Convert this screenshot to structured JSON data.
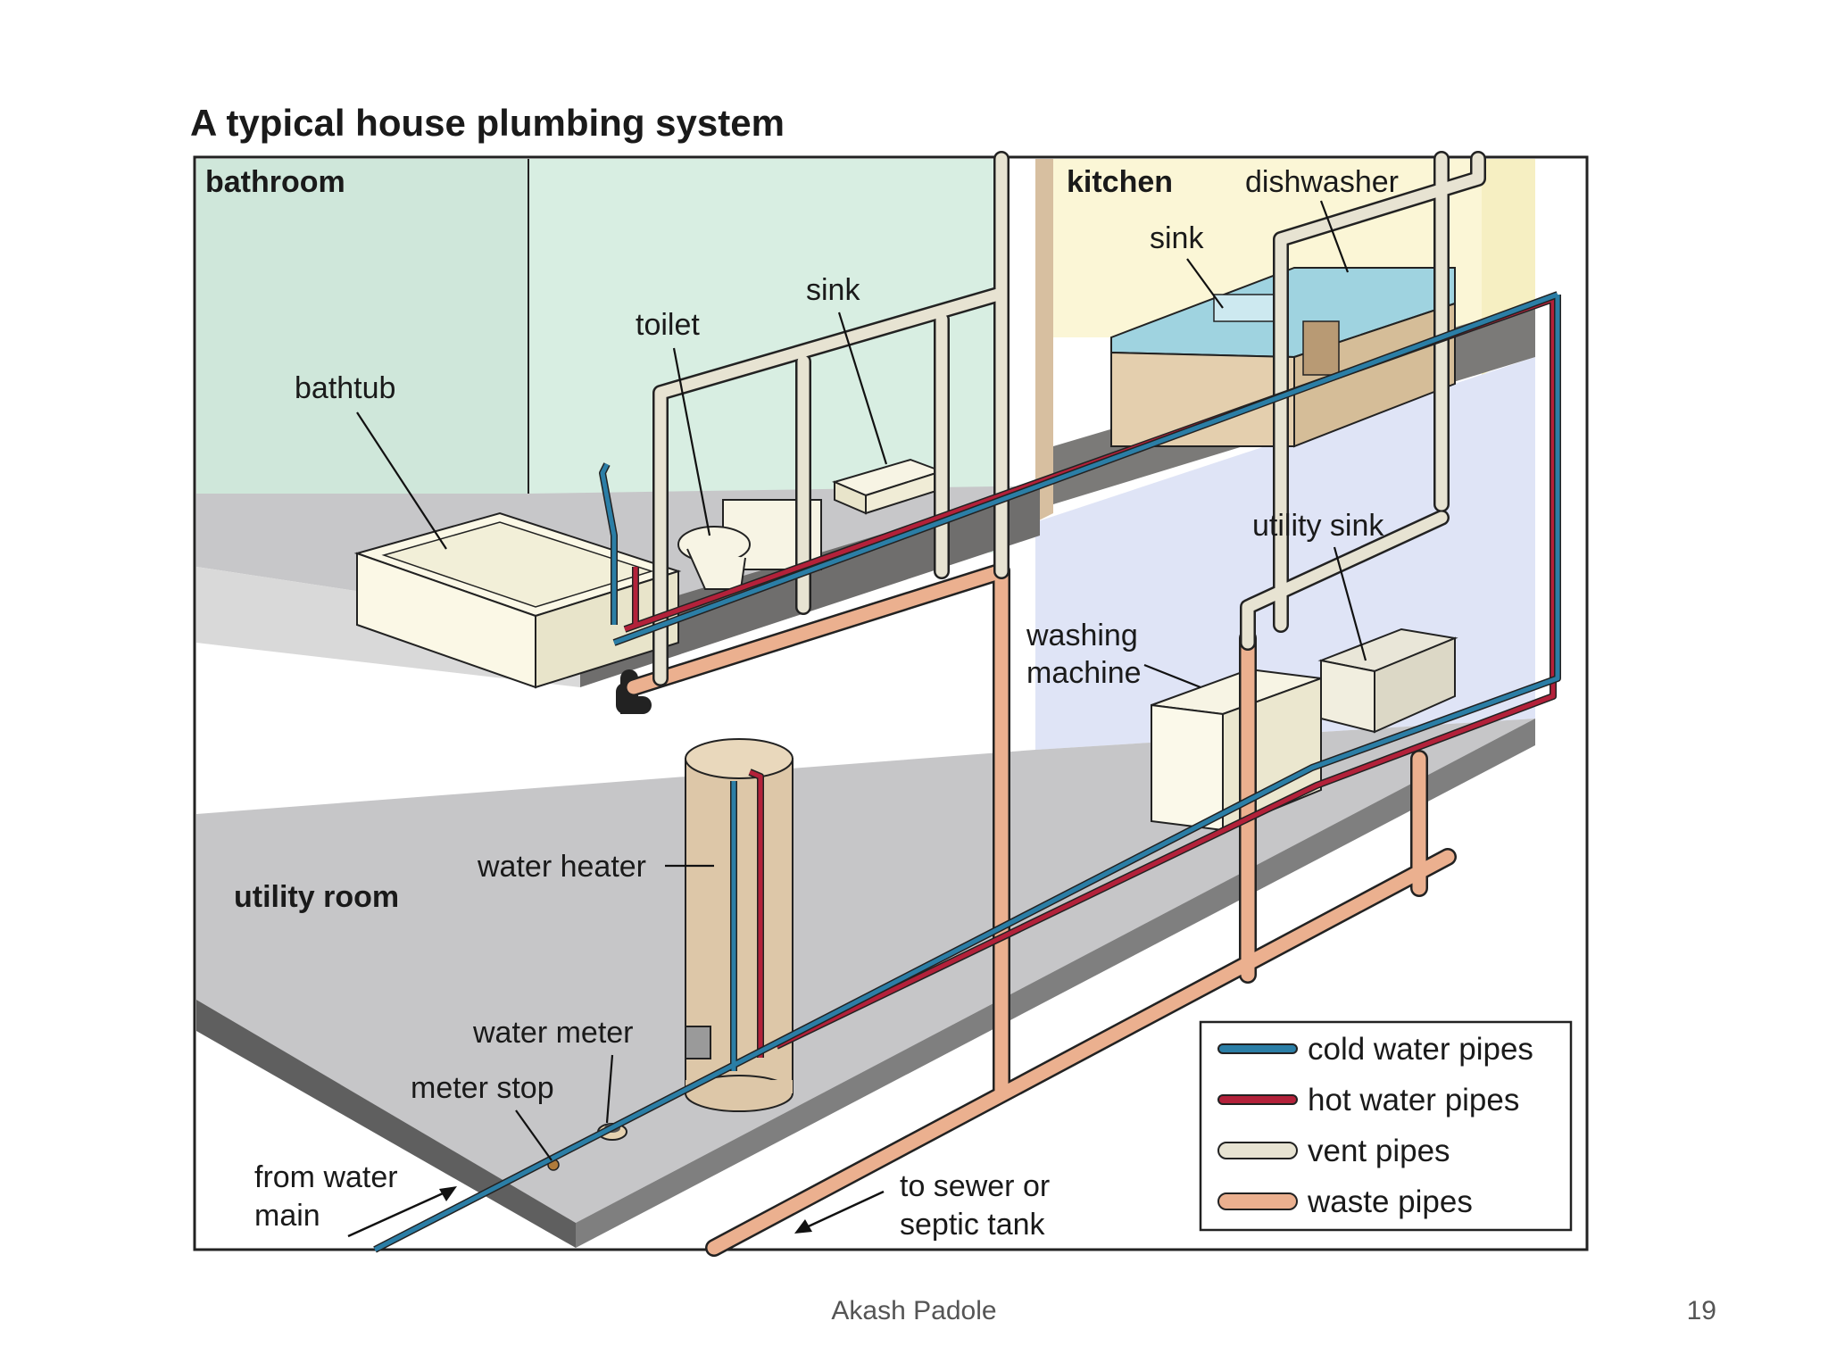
{
  "title": "A typical house plumbing system",
  "rooms": {
    "bathroom": "bathroom",
    "kitchen": "kitchen",
    "utility_room": "utility room"
  },
  "labels": {
    "bathtub": "bathtub",
    "toilet": "toilet",
    "bath_sink": "sink",
    "kitchen_sink": "sink",
    "dishwasher": "dishwasher",
    "utility_sink": "utility sink",
    "washing_line1": "washing",
    "washing_line2": "machine",
    "water_heater": "water heater",
    "water_meter": "water meter",
    "meter_stop": "meter stop",
    "from_main_line1": "from water",
    "from_main_line2": "main",
    "sewer_line1": "to sewer or",
    "sewer_line2": "septic tank"
  },
  "legend": [
    {
      "label": "cold water pipes",
      "color": "#2b7ea6",
      "kind": "thin"
    },
    {
      "label": "hot water pipes",
      "color": "#b3213a",
      "kind": "thin"
    },
    {
      "label": "vent pipes",
      "color": "#e7e3d2",
      "kind": "thick"
    },
    {
      "label": "waste pipes",
      "color": "#ebb08f",
      "kind": "thick"
    }
  ],
  "colors": {
    "cold": "#2b7ea6",
    "hot": "#b3213a",
    "vent": "#e7e3d2",
    "waste": "#ebb08f",
    "bath_wall": "#cfe7da",
    "kitchen_wall": "#fbf6d6",
    "utility_wall": "#dfe4f6",
    "floor": "#c6c6c8"
  },
  "footer": {
    "author": "Akash Padole",
    "page": "19"
  }
}
